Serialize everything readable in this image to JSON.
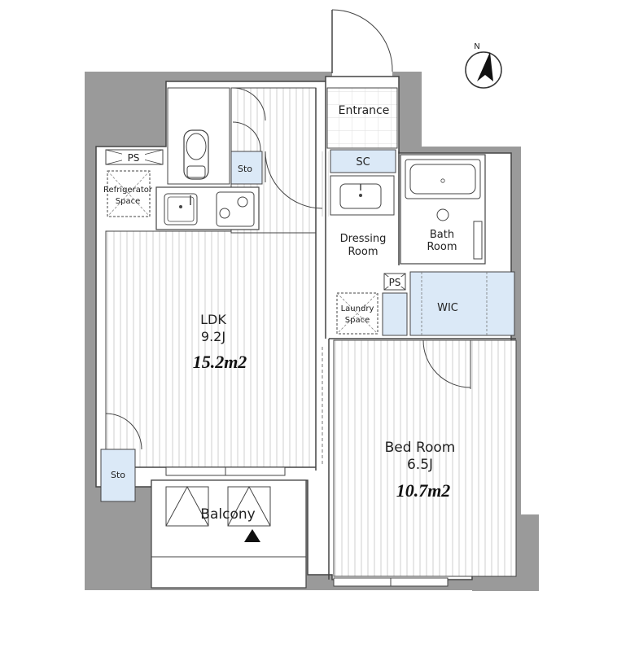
{
  "compass": {
    "north_label": "N"
  },
  "rooms": {
    "entrance": "Entrance",
    "sc": "SC",
    "sto_top": "Sto",
    "ps_top": "PS",
    "refrigerator_line1": "Refrigerator",
    "refrigerator_line2": "Space",
    "dressing_line1": "Dressing",
    "dressing_line2": "Room",
    "bath_line1": "Bath",
    "bath_line2": "Room",
    "ps_right": "PS",
    "wic": "WIC",
    "laundry_line1": "Laundry",
    "laundry_line2": "Space",
    "ldk_name": "LDK",
    "ldk_jou": "9.2J",
    "ldk_area": "15.2m2",
    "sto_bottom": "Sto",
    "balcony": "Balcony",
    "bedroom_name": "Bed Room",
    "bedroom_jou": "6.5J",
    "bedroom_area": "10.7m2"
  },
  "colors": {
    "wall_gray": "#9a9a9a",
    "storage_blue": "#dbe9f7",
    "line": "#444444",
    "stripe": "#cfcfcf"
  }
}
